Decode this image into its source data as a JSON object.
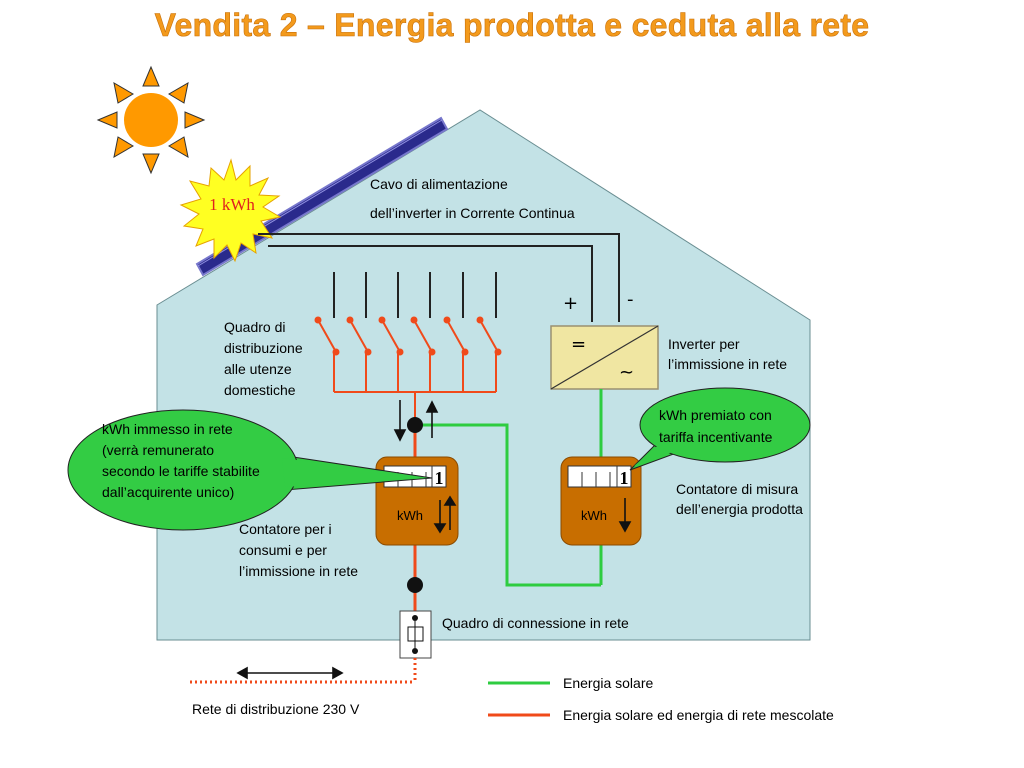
{
  "title": "Vendita 2 – Energia prodotta e ceduta alla rete",
  "star_label": "1 kWh",
  "cable_label_line1": "Cavo di alimentazione",
  "cable_label_line2": "dell’inverter  in Corrente Continua",
  "plus": "+",
  "minus": "-",
  "inverter_dc_symbol": "=",
  "inverter_ac_symbol": "~",
  "inverter_label_line1": "Inverter per",
  "inverter_label_line2": "l’immissione in rete",
  "distribution_label": [
    "Quadro di",
    "distribuzione",
    "alle utenze",
    "domestiche"
  ],
  "bubble_left": [
    "kWh immesso in rete",
    "(verrà remunerato",
    "secondo le tariffe stabilite",
    "dall’acquirente unico)"
  ],
  "bubble_right": [
    "kWh premiato con",
    "tariffa incentivante"
  ],
  "meter_left": {
    "reading": "1",
    "unit": "kWh"
  },
  "meter_right": {
    "reading": "1",
    "unit": "kWh"
  },
  "meter_left_label": [
    "Contatore per i",
    "consumi e per",
    "l’immissione in rete"
  ],
  "meter_right_label": [
    "Contatore di misura",
    "dell’energia prodotta"
  ],
  "connection_label": "Quadro di connessione in rete",
  "grid_label": "Rete di distribuzione 230 V",
  "legend": [
    {
      "label": "Energia solare",
      "color": "#2ecc40"
    },
    {
      "label": "Energia solare ed energia di rete mescolate",
      "color": "#f04a1a"
    }
  ],
  "colors": {
    "house": "#c3e2e6",
    "sun": "#ff9900",
    "meter": "#c86e00",
    "bubble": "#33cc44",
    "red_line": "#f04a1a",
    "green_line": "#2ecc40",
    "panel": "#2a2a8c"
  }
}
